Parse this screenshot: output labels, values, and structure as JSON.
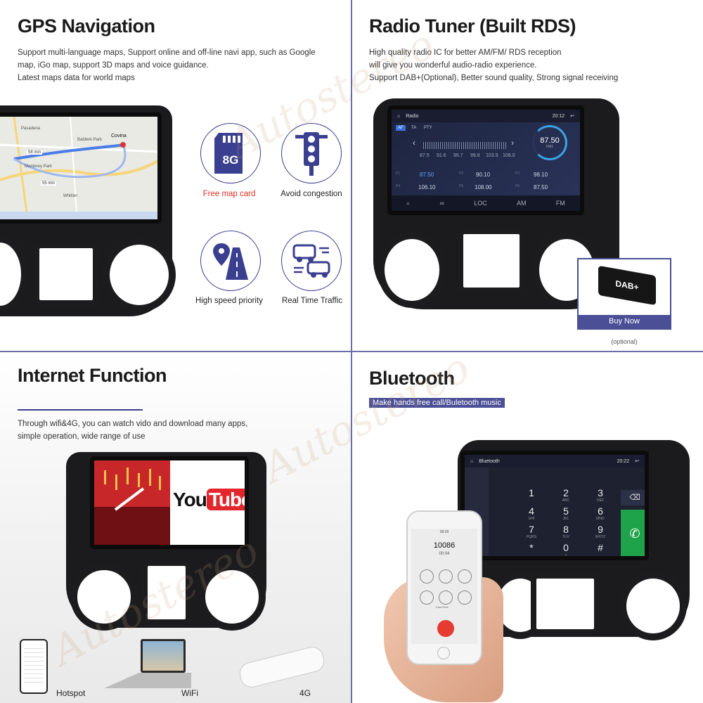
{
  "gps": {
    "title": "GPS Navigation",
    "desc": [
      "Support multi-language maps, Support online and off-line navi app, such as Google",
      "map, iGo map, support 3D maps and voice guidance.",
      "Latest maps data for world maps"
    ],
    "features": [
      {
        "label": "Free map card",
        "icon": "sd-card-icon",
        "badge": "8G",
        "color": "#e0302a"
      },
      {
        "label": "Avoid congestion",
        "icon": "traffic-light-icon",
        "color": "#222222"
      },
      {
        "label": "High speed priority",
        "icon": "highway-icon",
        "color": "#222222"
      },
      {
        "label": "Real Time Traffic",
        "icon": "cars-icon",
        "color": "#222222"
      }
    ],
    "map_labels": {
      "dest": "Covina",
      "route1": "58 min",
      "route2": "55 min",
      "place1": "Pasadena",
      "place2": "Baldwin Park",
      "place3": "Monterey Park",
      "place4": "Whittier"
    }
  },
  "radio": {
    "title": "Radio Tuner (Built RDS)",
    "desc": [
      "High quality radio IC for better AM/FM/ RDS reception",
      "will give you wonderful audio-radio experience.",
      "Support DAB+(Optional), Better sound quality, Strong signal receiving"
    ],
    "screen_title": "Radio",
    "clock": "20:12",
    "tabs": [
      "AF",
      "TA",
      "PTY"
    ],
    "scale": [
      "87.5",
      "91.6",
      "95.7",
      "99.8",
      "103.9",
      "108.0"
    ],
    "band": "FM1",
    "current": "87.50",
    "presets": [
      {
        "id": "P1",
        "freq": "87.50"
      },
      {
        "id": "P2",
        "freq": "90.10"
      },
      {
        "id": "P3",
        "freq": "98.10"
      },
      {
        "id": "P4",
        "freq": "106.10"
      },
      {
        "id": "P5",
        "freq": "108.00"
      },
      {
        "id": "P6",
        "freq": "87.50"
      }
    ],
    "bottom": [
      "LOC",
      "AM",
      "FM"
    ],
    "dab_label": "DAB+",
    "buy_now": "Buy Now",
    "optional": "(optional)"
  },
  "internet": {
    "title": "Internet Function",
    "desc": [
      "Through wifi&4G, you can watch vido and download many apps,",
      "simple operation, wide range of use"
    ],
    "youtube_you": "You",
    "youtube_tube": "Tube",
    "accessories": [
      "Hotspot",
      "WiFi",
      "4G"
    ]
  },
  "bluetooth": {
    "title": "Bluetooth",
    "badge": "Make hands free call/Buletooth music",
    "screen_title": "Bluetooth",
    "clock": "20:22",
    "keys": [
      "1",
      "2",
      "3",
      "4",
      "5",
      "6",
      "7",
      "8",
      "9",
      "*",
      "0",
      "#"
    ],
    "key_sub": [
      "",
      "ABC",
      "DEF",
      "GHI",
      "JKL",
      "MNO",
      "PQRS",
      "TUV",
      "WXYZ",
      "",
      "+",
      ""
    ],
    "phone_number": "10086",
    "phone_time": "00:04",
    "phone_clock": "08:28",
    "phone_btn_labels": [
      "",
      "",
      "",
      "",
      "FaceTime",
      ""
    ]
  },
  "watermark": "Autostereo"
}
